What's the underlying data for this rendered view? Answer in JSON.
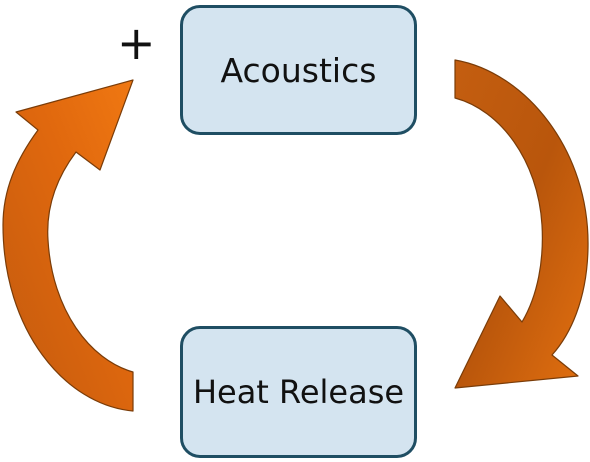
{
  "diagram": {
    "nodes": [
      {
        "id": "acoustics",
        "label": "Acoustics",
        "fill": "#d4e4f0",
        "border": "#1f4e63"
      },
      {
        "id": "heat-release",
        "label": "Heat Release",
        "fill": "#d4e4f0",
        "border": "#1f4e63"
      }
    ],
    "edges": [
      {
        "from": "acoustics",
        "to": "heat-release",
        "color": "#c96412",
        "shape": "curved-arrow"
      },
      {
        "from": "heat-release",
        "to": "acoustics",
        "color": "#e86e10",
        "shape": "curved-arrow"
      }
    ],
    "feedback_sign": "+"
  }
}
